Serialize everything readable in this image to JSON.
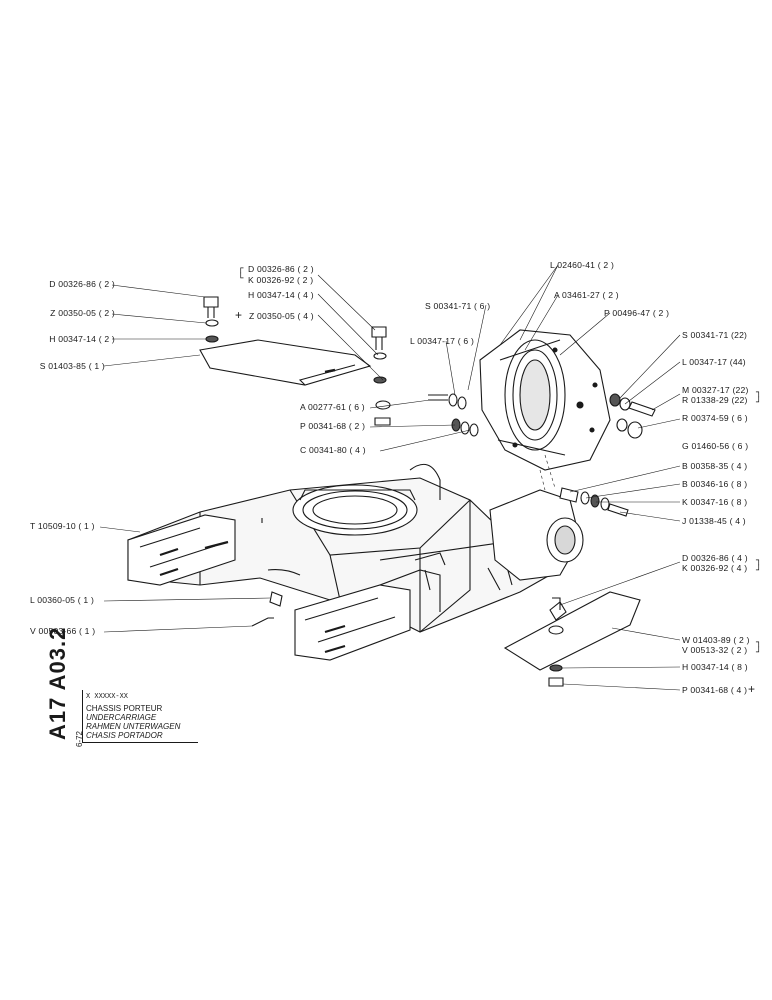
{
  "labels": {
    "d00326_86_2_left": "D 00326-86 ( 2 )",
    "z00350_05_2": "Z 00350-05 ( 2 )",
    "h00347_14_2": "H 00347-14 ( 2 )",
    "s01403_85_1": "S 01403-85 ( 1 )",
    "d00326_86_2_top": "D 00326-86 ( 2 )",
    "k00326_92_2_top": "K 00326-92 ( 2 )",
    "h00347_14_4": "H 00347-14 ( 4 )",
    "z00350_05_4": "Z 00350-05 ( 4 )",
    "l02460_41_2": "L 02460-41 ( 2 )",
    "a03461_27_2": "A 03461-27 ( 2 )",
    "s00341_71_6": "S 00341-71 ( 6 )",
    "p00496_47_2": "P 00496-47 ( 2 )",
    "l00347_17_6": "L 00347-17 ( 6 )",
    "s00341_71_22": "S 00341-71 (22)",
    "l00347_17_44": "L 00347-17 (44)",
    "m00327_17_22": "M 00327-17 (22)",
    "r01338_29_22": "R 01338-29 (22)",
    "r00374_59_6": "R 00374-59 ( 6 )",
    "a00277_61_6": "A 00277-61 ( 6 )",
    "p00341_68_2": "P 00341-68 ( 2 )",
    "g01460_56_6": "G 01460-56 ( 6 )",
    "c00341_80_4": "C 00341-80 ( 4 )",
    "b00358_35_4": "B 00358-35 ( 4 )",
    "b00346_16_8": "B 00346-16 ( 8 )",
    "k00347_16_8": "K 00347-16 ( 8 )",
    "j01338_45_4": "J 01338-45 ( 4 )",
    "t10509_10_1": "T 10509-10 ( 1 )",
    "d00326_86_4": "D 00326-86 ( 4 )",
    "k00326_92_4": "K 00326-92 ( 4 )",
    "l00360_05_1": "L 00360-05 ( 1 )",
    "v00503_66_1": "V 00503-66 ( 1 )",
    "w01403_89_2": "W 01403-89 ( 2 )",
    "v00513_32_2": "V 00513-32 ( 2 )",
    "h00347_14_8": "H 00347-14 ( 8 )",
    "p00341_68_4": "P 00341-68 ( 4 )"
  },
  "marks": {
    "plus": "+"
  },
  "title_block": {
    "code": "A17 A03.2",
    "date": "6-72",
    "serial": "X XXXXX-XX",
    "lines": [
      "CHASSIS PORTEUR",
      "UNDERCARRIAGE",
      "RAHMEN UNTERWAGEN",
      "CHASIS PORTADOR"
    ]
  },
  "colors": {
    "ink": "#1a1a1a",
    "paper": "#ffffff"
  }
}
